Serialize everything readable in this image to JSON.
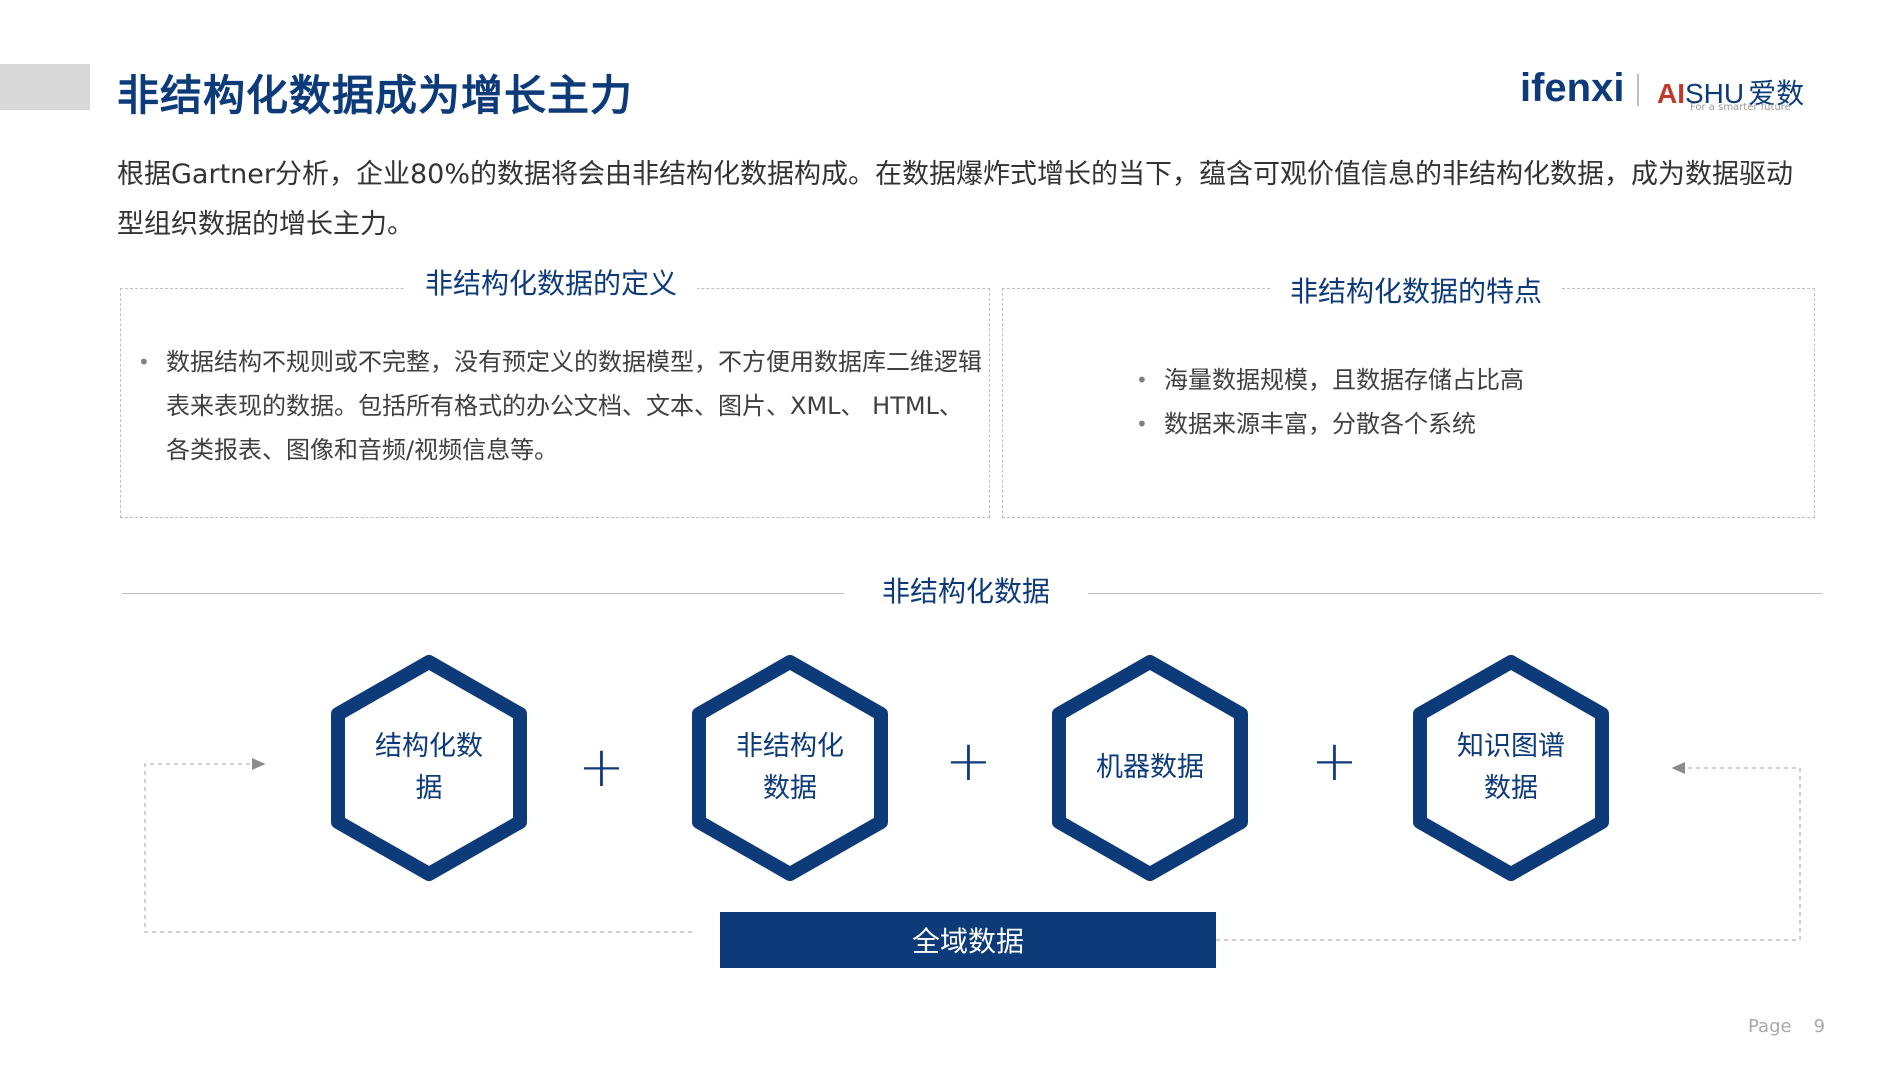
{
  "header": {
    "title": "非结构化数据成为增长主力",
    "logo_ifenxi": "ifenxi",
    "logo_aishu_ai": "AI",
    "logo_aishu_shu": "SHU",
    "logo_aishu_cn": "爱数",
    "logo_tagline": "For a smarter future"
  },
  "intro": "根据Gartner分析，企业80%的数据将会由非结构化数据构成。在数据爆炸式增长的当下，蕴含可观价值信息的非结构化数据，成为数据驱动型组织数据的增长主力。",
  "definition": {
    "label": "非结构化数据的定义",
    "items": [
      "数据结构不规则或不完整，没有预定义的数据模型，不方便用数据库二维逻辑表来表现的数据。包括所有格式的办公文档、文本、图片、XML、 HTML、各类报表、图像和音频/视频信息等。"
    ]
  },
  "features": {
    "label": "非结构化数据的特点",
    "items": [
      "海量数据规模，且数据存储占比高",
      "数据来源丰富，分散各个系统"
    ]
  },
  "diagram": {
    "label": "非结构化数据",
    "hexes": [
      "结构化数据",
      "非结构化数据",
      "机器数据",
      "知识图谱数据"
    ],
    "plus": "+",
    "total_label": "全域数据",
    "accent_color": "#0d3b7a"
  },
  "footer": {
    "page_label": "Page",
    "page_number": "9"
  }
}
